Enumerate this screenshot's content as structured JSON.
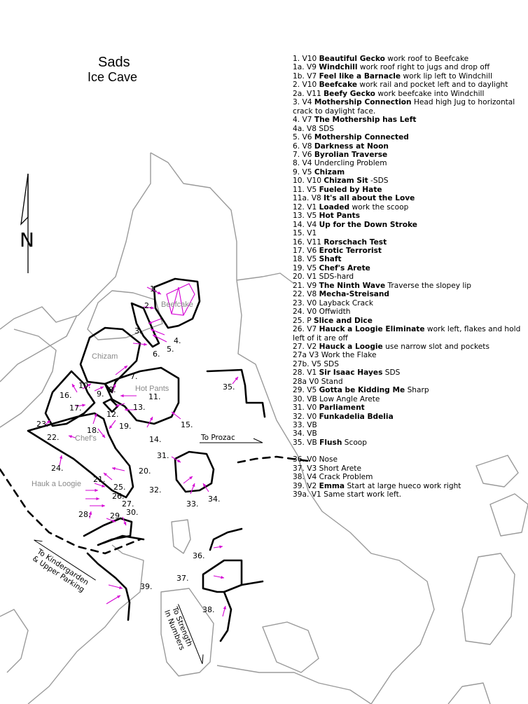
{
  "title": {
    "line1": "Sads",
    "line2": "Ice Cave"
  },
  "north": "N",
  "area_names": {
    "beefcake": "Beefcake",
    "chizam": "Chizam",
    "hot_pants": "Hot Pants",
    "chefs": "Chef's",
    "hauk": "Hauk a Loogie"
  },
  "paths": {
    "prozac": "To Prozac",
    "kinder_1": "To Kindergarden",
    "kinder_2": "& Upper Parking",
    "strength_1": "To Strength",
    "strength_2": "In Numbers"
  },
  "problem_labels": {
    "p1": "1.",
    "p2": "2.",
    "p3": "3.",
    "p4": "4.",
    "p5": "5.",
    "p6": "6.",
    "p7": "7.",
    "p8": "8.",
    "p9": "9.",
    "p10": "10.",
    "p11": "11.",
    "p12": "12.",
    "p13": "13.",
    "p14": "14.",
    "p15": "15.",
    "p16": "16.",
    "p17": "17.",
    "p18": "18.",
    "p19": "19.",
    "p20": "20.",
    "p21": "21.",
    "p22": "22.",
    "p23": "23.",
    "p24": "24.",
    "p25": "25.",
    "p26": "26.",
    "p27": "27.",
    "p28": "28.",
    "p29": "29.",
    "p30": "30.",
    "p31": "31.",
    "p32": "32.",
    "p33": "33.",
    "p34": "34.",
    "p35": "35.",
    "p36": "36.",
    "p37": "37.",
    "p38": "38.",
    "p39": "39."
  },
  "legend": [
    {
      "num": "1.",
      "grade": "V10",
      "name": "Beautiful Gecko",
      "desc": "work roof to Beefcake"
    },
    {
      "num": "1a.",
      "grade": "V9",
      "name": "Windchill",
      "desc": "work roof right to jugs and drop off"
    },
    {
      "num": "1b.",
      "grade": "V7",
      "name": "Feel like a Barnacle",
      "desc": "work lip left to Windchill"
    },
    {
      "num": "2.",
      "grade": "V10",
      "name": "Beefcake",
      "desc": "work rail and pocket left and to daylight"
    },
    {
      "num": "2a.",
      "grade": "V11",
      "name": "Beefy Gecko",
      "desc": "work beefcake into Windchill"
    },
    {
      "num": "3.",
      "grade": "V4",
      "name": "Mothership Connection",
      "desc": "Head high Jug to horizontal crack to daylight face."
    },
    {
      "num": "4.",
      "grade": "V7",
      "name": "The Mothership has Left",
      "desc": ""
    },
    {
      "num": "4a.",
      "grade": "V8",
      "name": "",
      "desc": "SDS"
    },
    {
      "num": "5.",
      "grade": "V6",
      "name": "Mothership Connected",
      "desc": ""
    },
    {
      "num": "6.",
      "grade": "V8",
      "name": "Darkness at Noon",
      "desc": ""
    },
    {
      "num": "7.",
      "grade": "V6",
      "name": "Byrolian Traverse",
      "desc": ""
    },
    {
      "num": "8.",
      "grade": "V4",
      "name": "",
      "desc": "Undercling Problem"
    },
    {
      "num": "9.",
      "grade": "V5",
      "name": "Chizam",
      "desc": ""
    },
    {
      "num": "10.",
      "grade": "V10",
      "name": "Chizam Sit",
      "desc": "-SDS"
    },
    {
      "num": "11.",
      "grade": "V5",
      "name": "Fueled by Hate",
      "desc": ""
    },
    {
      "num": "11a.",
      "grade": "V8",
      "name": "It's all about the Love",
      "desc": ""
    },
    {
      "num": "12.",
      "grade": "V1",
      "name": "Loaded",
      "desc": "work the scoop"
    },
    {
      "num": "13.",
      "grade": "V5",
      "name": "Hot Pants",
      "desc": ""
    },
    {
      "num": "14.",
      "grade": "V4",
      "name": "Up for the Down Stroke",
      "desc": ""
    },
    {
      "num": "15.",
      "grade": "V1",
      "name": "",
      "desc": ""
    },
    {
      "num": "16.",
      "grade": "V11",
      "name": "Rorschach Test",
      "desc": ""
    },
    {
      "num": "17.",
      "grade": "V6",
      "name": "Erotic Terrorist",
      "desc": ""
    },
    {
      "num": "18.",
      "grade": "V5",
      "name": "Shaft",
      "desc": ""
    },
    {
      "num": "19.",
      "grade": "V5",
      "name": "Chef's Arete",
      "desc": ""
    },
    {
      "num": "20.",
      "grade": "V1",
      "name": "",
      "desc": "SDS-hard"
    },
    {
      "num": "21.",
      "grade": "V9",
      "name": "The Ninth Wave",
      "desc": "Traverse the slopey lip"
    },
    {
      "num": "22.",
      "grade": "V8",
      "name": "Mecha-Streisand",
      "desc": ""
    },
    {
      "num": "23.",
      "grade": "V0",
      "name": "",
      "desc": "Layback Crack"
    },
    {
      "num": "24.",
      "grade": "V0",
      "name": "",
      "desc": "Offwidth"
    },
    {
      "num": "25.",
      "grade": "P",
      "name": "Slice and Dice",
      "desc": ""
    },
    {
      "num": "26.",
      "grade": "V7",
      "name": "Hauck a Loogie Eliminate",
      "desc": "work left, flakes and hold left of it are off"
    },
    {
      "num": "27.",
      "grade": "V2",
      "name": "Hauck a Loogie",
      "desc": "use narrow slot and pockets"
    },
    {
      "num": "27a",
      "grade": "V3",
      "name": "",
      "desc": "Work the Flake"
    },
    {
      "num": "27b.",
      "grade": "V5",
      "name": "",
      "desc": "SDS"
    },
    {
      "num": "28.",
      "grade": "V1",
      "name": "Sir Isaac Hayes",
      "desc": "SDS"
    },
    {
      "num": "28a",
      "grade": "V0",
      "name": "",
      "desc": "Stand"
    },
    {
      "num": "29.",
      "grade": "V5",
      "name": "Gotta be Kidding Me",
      "desc": "Sharp"
    },
    {
      "num": "30.",
      "grade": "VB",
      "name": "",
      "desc": "Low Angle Arete"
    },
    {
      "num": "31.",
      "grade": "V0",
      "name": "Parliament",
      "desc": ""
    },
    {
      "num": "32.",
      "grade": "V0",
      "name": "Funkadelia Bdelia",
      "desc": ""
    },
    {
      "num": "33.",
      "grade": "VB",
      "name": "",
      "desc": ""
    },
    {
      "num": "34.",
      "grade": "VB",
      "name": "",
      "desc": ""
    },
    {
      "num": "35.",
      "grade": "VB",
      "name": "Flush",
      "desc": "Scoop"
    },
    {
      "num": "",
      "grade": "",
      "name": "",
      "desc": ""
    },
    {
      "num": "36.",
      "grade": "V0",
      "name": "",
      "desc": "Nose"
    },
    {
      "num": "37.",
      "grade": "V3",
      "name": "",
      "desc": "Short Arete"
    },
    {
      "num": "38.",
      "grade": "V4",
      "name": "",
      "desc": "Crack Problem"
    },
    {
      "num": "39.",
      "grade": "V2",
      "name": "Emma",
      "desc": "Start at large hueco work right"
    },
    {
      "num": "39a.",
      "grade": "V1",
      "name": "",
      "desc": "Same start work left."
    }
  ],
  "colors": {
    "route": "#d400d4",
    "rock": "#000000",
    "terrain": "#9a9a9a",
    "area_label": "#8a8a8a"
  }
}
